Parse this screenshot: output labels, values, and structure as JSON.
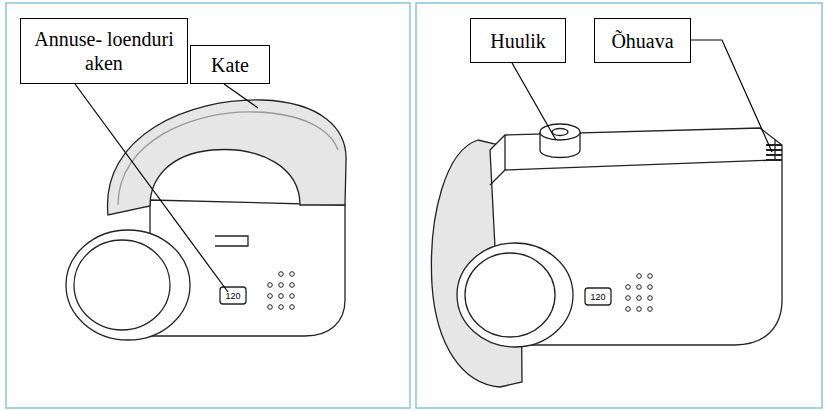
{
  "diagram": {
    "nodes": [
      {
        "text": [
          "Annuse- loenduri aken"
        ]
      },
      {
        "text": [
          "Kate"
        ]
      },
      {
        "text": [
          "Huulik"
        ]
      },
      {
        "text": [
          "Õhuava"
        ]
      }
    ],
    "labels": [
      "120",
      "120"
    ]
  }
}
